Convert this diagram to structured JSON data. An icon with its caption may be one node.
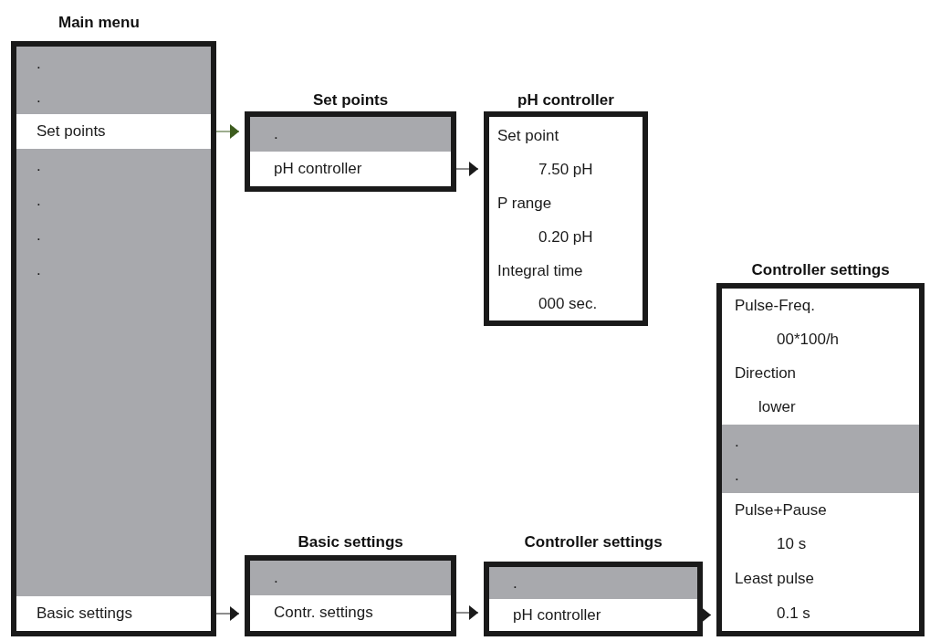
{
  "diagram": {
    "nodes": [
      {
        "text": [
          "Main menu"
        ]
      },
      {
        "text": [
          "."
        ],
        "in": 0
      },
      {
        "text": [
          "."
        ],
        "in": 0
      },
      {
        "text": [
          "Set points"
        ],
        "in": 0
      },
      {
        "text": [
          "."
        ],
        "in": 0
      },
      {
        "text": [
          "."
        ],
        "in": 0
      },
      {
        "text": [
          "."
        ],
        "in": 0
      },
      {
        "text": [
          "."
        ],
        "in": 0
      },
      {
        "text": [
          "Basic settings"
        ],
        "in": 0
      },
      {
        "text": [
          "Set points"
        ]
      },
      {
        "text": [
          "."
        ],
        "in": 9
      },
      {
        "text": [
          "pH controller"
        ],
        "in": 9
      },
      {
        "text": [
          "pH controller"
        ]
      },
      {
        "text": [
          "Set point"
        ],
        "in": 12
      },
      {
        "text": [
          "7.50 pH"
        ],
        "in": 12
      },
      {
        "text": [
          "P range"
        ],
        "in": 12
      },
      {
        "text": [
          "0.20 pH"
        ],
        "in": 12
      },
      {
        "text": [
          "Integral time"
        ],
        "in": 12
      },
      {
        "text": [
          "000 sec."
        ],
        "in": 12
      },
      {
        "text": [
          "Basic settings"
        ]
      },
      {
        "text": [
          "."
        ],
        "in": 19
      },
      {
        "text": [
          "Contr. settings"
        ],
        "in": 19
      },
      {
        "text": [
          "Controller settings"
        ]
      },
      {
        "text": [
          "."
        ],
        "in": 22
      },
      {
        "text": [
          "pH controller"
        ],
        "in": 22
      },
      {
        "text": [
          "Controller settings"
        ]
      },
      {
        "text": [
          "Pulse-Freq."
        ],
        "in": 25
      },
      {
        "text": [
          "00*100/h"
        ],
        "in": 25
      },
      {
        "text": [
          "Direction"
        ],
        "in": 25
      },
      {
        "text": [
          "lower"
        ],
        "in": 25
      },
      {
        "text": [
          "."
        ],
        "in": 25
      },
      {
        "text": [
          "."
        ],
        "in": 25
      },
      {
        "text": [
          "Pulse+Pause"
        ],
        "in": 25
      },
      {
        "text": [
          "10 s"
        ],
        "in": 25
      },
      {
        "text": [
          "Least pulse"
        ],
        "in": 25
      },
      {
        "text": [
          "0.1 s"
        ],
        "in": 25
      }
    ],
    "edges": [
      {
        "from": 3,
        "to": 9,
        "arrow": "to",
        "color": "#3d5c1e"
      },
      {
        "from": 11,
        "to": 12,
        "arrow": "to"
      },
      {
        "from": 8,
        "to": 19,
        "arrow": "to"
      },
      {
        "from": 21,
        "to": 22,
        "arrow": "to"
      },
      {
        "from": 24,
        "to": 25,
        "arrow": "to"
      }
    ]
  }
}
